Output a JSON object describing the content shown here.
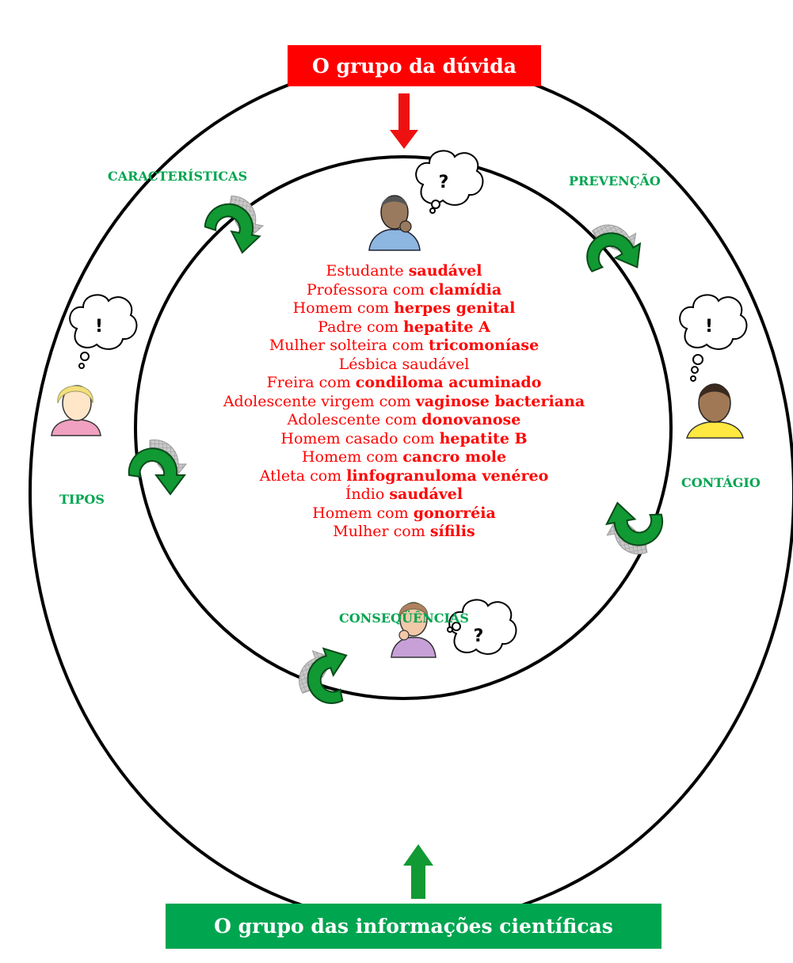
{
  "title_top": "O grupo da dúvida",
  "title_bottom": "O grupo das informações científicas",
  "topics": {
    "caracteristicas": "CARACTERÍSTICAS",
    "prevencao": "PREVENÇÃO",
    "tipos": "TIPOS",
    "contagio": "CONTÁGIO",
    "consequencias": "CONSEQÜÊNCIAS"
  },
  "characters": [
    {
      "prefix": "Estudante ",
      "highlight": "saudável"
    },
    {
      "prefix": "Professora com ",
      "highlight": "clamídia"
    },
    {
      "prefix": "Homem com ",
      "highlight": "herpes genital"
    },
    {
      "prefix": "Padre com ",
      "highlight": "hepatite A"
    },
    {
      "prefix": "Mulher solteira com ",
      "highlight": "tricomoníase"
    },
    {
      "prefix": "Lésbica saudável",
      "highlight": ""
    },
    {
      "prefix": "Freira com ",
      "highlight": "condiloma acuminado"
    },
    {
      "prefix": "Adolescente virgem com ",
      "highlight": "vaginose bacteriana"
    },
    {
      "prefix": "Adolescente com ",
      "highlight": "donovanose"
    },
    {
      "prefix": "Homem casado com ",
      "highlight": "hepatite B"
    },
    {
      "prefix": "Homem com ",
      "highlight": "cancro mole"
    },
    {
      "prefix": "Atleta com ",
      "highlight": "linfogranuloma venéreo"
    },
    {
      "prefix": "Índio ",
      "highlight": "saudável"
    },
    {
      "prefix": "Homem com ",
      "highlight": "gonorréia"
    },
    {
      "prefix": "Mulher com ",
      "highlight": "sífilis"
    }
  ],
  "thought_marks": [
    "?",
    "!",
    "!",
    "?"
  ],
  "colors": {
    "red": "#ff0000",
    "green": "#00a550",
    "circle": "#000000",
    "arrow_green": "#119933",
    "arrow_gray": "#a8a8a8"
  },
  "icons": [
    "person-thinking-icon",
    "thought-bubble-icon",
    "rotation-arrow-icon",
    "down-arrow-icon",
    "up-arrow-icon"
  ]
}
